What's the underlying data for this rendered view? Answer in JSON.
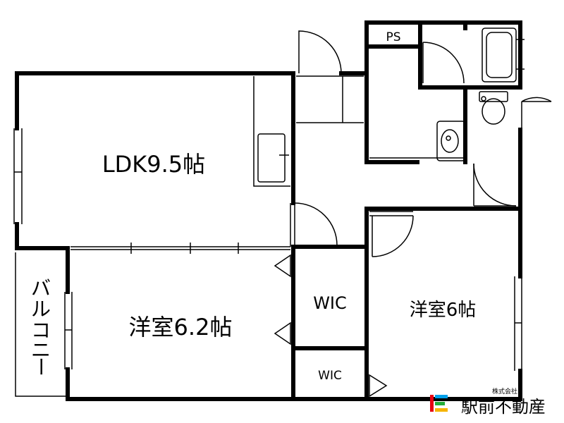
{
  "rooms": {
    "ldk": "LDK9.5帖",
    "western_a": "洋室6.2帖",
    "western_b": "洋室6帖",
    "wic_large": "WIC",
    "wic_small": "WIC",
    "ps": "PS",
    "balcony": [
      "バ",
      "ル",
      "コ",
      "ニ",
      "ー"
    ]
  },
  "logo": {
    "company_type": "株式会社",
    "name": "駅前不動産",
    "colors": [
      "#e60012",
      "#00a0e9",
      "#22ac38",
      "#f5b400"
    ]
  }
}
